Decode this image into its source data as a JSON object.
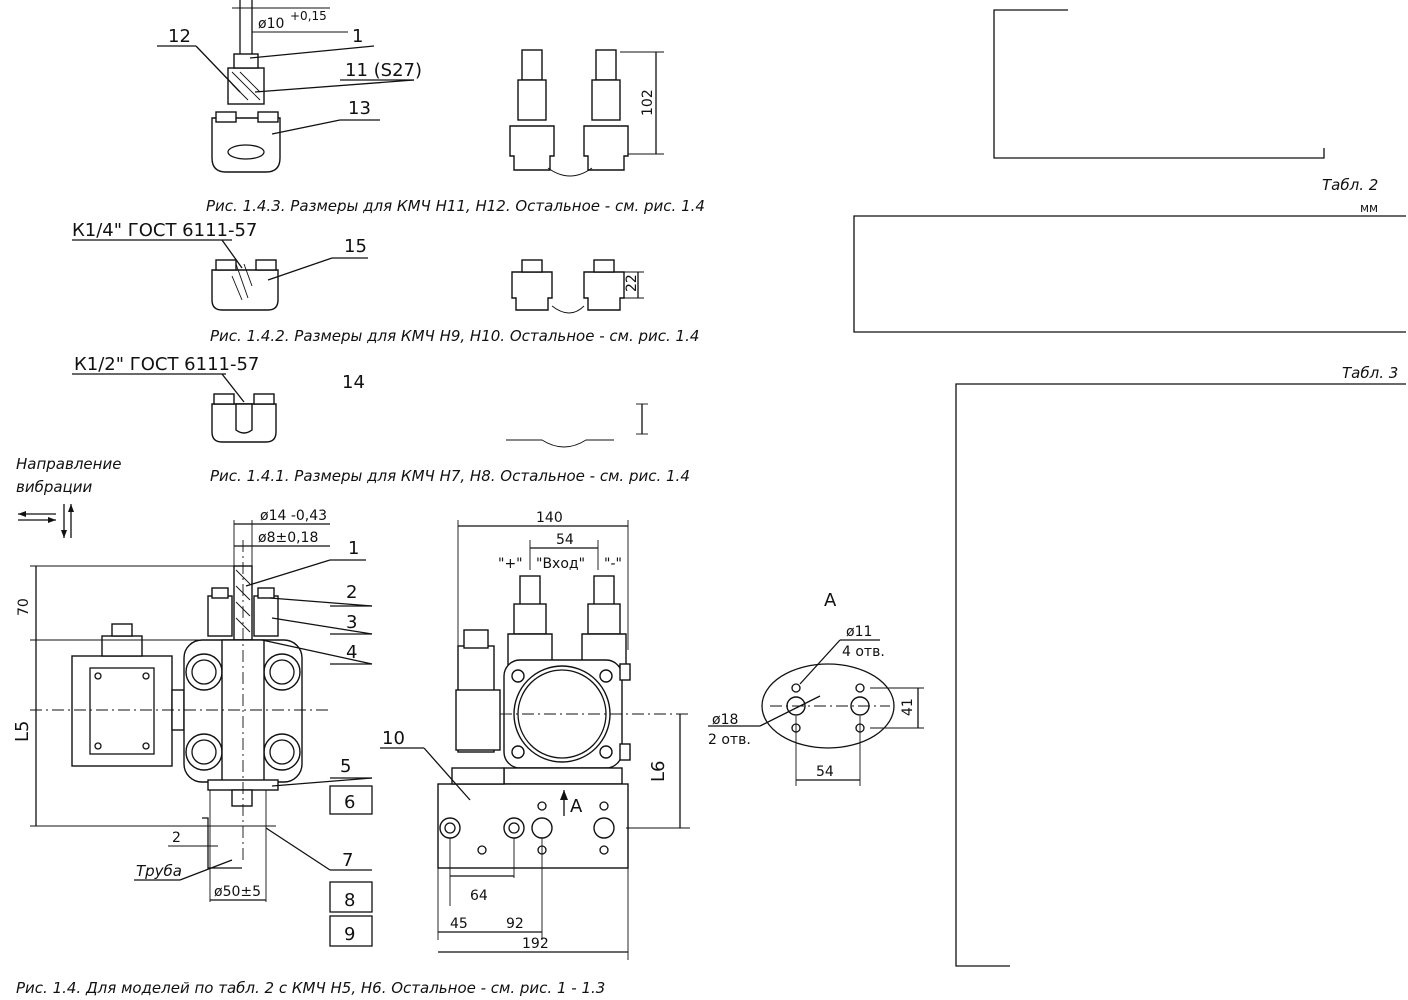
{
  "captions": {
    "fig143": "Рис. 1.4.3. Размеры для КМЧ Н11, Н12.  Остальное - см. рис. 1.4",
    "fig142": "Рис. 1.4.2. Размеры для КМЧ Н9, Н10.  Остальное - см. рис. 1.4",
    "fig141": "Рис. 1.4.1. Размеры для КМЧ Н7, Н8.  Остальное - см. рис. 1.4",
    "fig14": "Рис. 1.4. Для моделей по табл. 2 с КМЧ Н5, Н6. Остальное - см. рис. 1 - 1.3"
  },
  "fig143": {
    "dia_label": "ø10",
    "dia_tol": "+0,15",
    "callouts": [
      "12",
      "1",
      "11 (S27)",
      "13"
    ],
    "height": "102"
  },
  "fig142": {
    "thread": "К1/4\" ГОСТ 6111-57",
    "callout": "15",
    "height": "22"
  },
  "fig141": {
    "thread": "К1/2\" ГОСТ 6111-57",
    "callout": "14"
  },
  "direction": {
    "line1": "Направление",
    "line2": "вибрации"
  },
  "fig14_left": {
    "dia_outer": "ø14 -0,43",
    "dia_inner": "ø8±0,18",
    "height": "70",
    "ls": "L5",
    "callouts": [
      "1",
      "2",
      "3",
      "4",
      "5",
      "6",
      "7",
      "8",
      "9"
    ],
    "small_dim": "2",
    "pipe": "Труба",
    "pipe_dia": "ø50±5"
  },
  "fig14_mid": {
    "width": "140",
    "inner": "54",
    "plus": "\"+\"",
    "input": "\"Вход\"",
    "minus": "\"-\"",
    "callout": "10",
    "arrow": "А",
    "l6": "L6",
    "d64": "64",
    "d45": "45",
    "d92": "92",
    "d192": "192"
  },
  "viewA": {
    "title": "А",
    "holes11": "ø11",
    "holes11_count": "4 отв.",
    "holes18": "ø18",
    "holes18_count": "2 отв.",
    "d41": "41",
    "d54": "54"
  },
  "tables": {
    "tabl2": "Табл. 2",
    "tabl2_unit": "мм",
    "tabl3": "Табл. 3"
  }
}
